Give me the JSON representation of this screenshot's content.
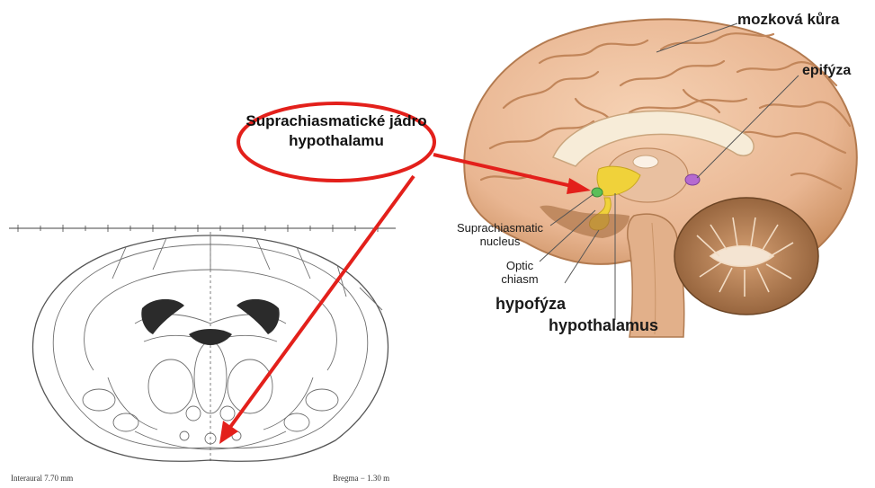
{
  "labels": {
    "cortex": "mozková kůra",
    "pineal": "epifýza",
    "callout": "Suprachiasmatické jádro hypothalamu",
    "scn": "Suprachiasmatic nucleus",
    "chiasm": "Optic chiasm",
    "pituitary": "hypofýza",
    "hypothalamus": "hypothalamus"
  },
  "atlas": {
    "interaural": "Interaural 7.70 mm",
    "bregma": "Bregma − 1.30 m"
  },
  "colors": {
    "callout_ring": "#e3201b",
    "arrow": "#e3201b",
    "brain": "#e9b692",
    "brain_dark": "#c98d5e",
    "hypothalamus": "#f0d23a",
    "scn": "#5bbf59",
    "pineal": "#b56ad0"
  }
}
